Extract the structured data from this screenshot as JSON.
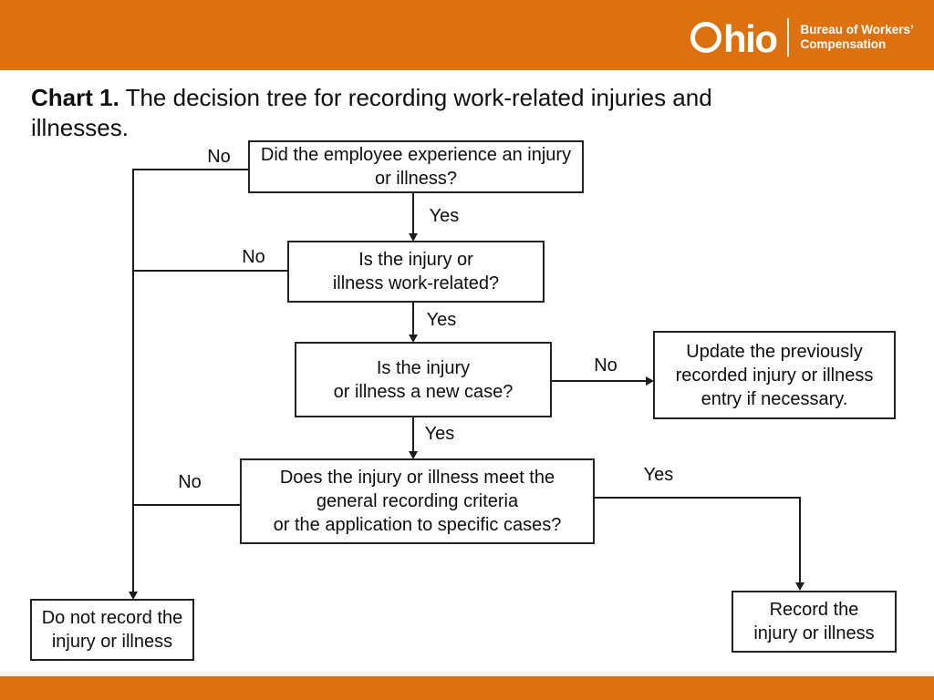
{
  "header": {
    "logo": {
      "state_name": "Ohio",
      "hio": "hio",
      "bureau_line1": "Bureau of Workers’",
      "bureau_line2": "Compensation"
    }
  },
  "title": {
    "prefix": "Chart 1.",
    "rest": "The decision tree for recording work-related injuries and illnesses."
  },
  "colors": {
    "brand_orange": "#DE710F",
    "line_black": "#1c1c1c"
  },
  "flowchart": {
    "nodes": {
      "q_injury": "Did the employee experience an injury\nor illness?",
      "q_work_related": "Is the injury or\nillness work-related?",
      "q_new_case": "Is the injury\nor illness a new case?",
      "update_entry": "Update the previously\nrecorded injury or illness\nentry if necessary.",
      "q_criteria": "Does the injury or illness meet the\ngeneral recording criteria\nor the application to specific cases?",
      "do_not_record": "Do not record the\ninjury or illness",
      "record": "Record the\ninjury or illness"
    },
    "edge_labels": {
      "no1": "No",
      "yes1": "Yes",
      "no2": "No",
      "yes2": "Yes",
      "no3": "No",
      "yes3": "Yes",
      "no4": "No",
      "yes4": "Yes"
    }
  }
}
